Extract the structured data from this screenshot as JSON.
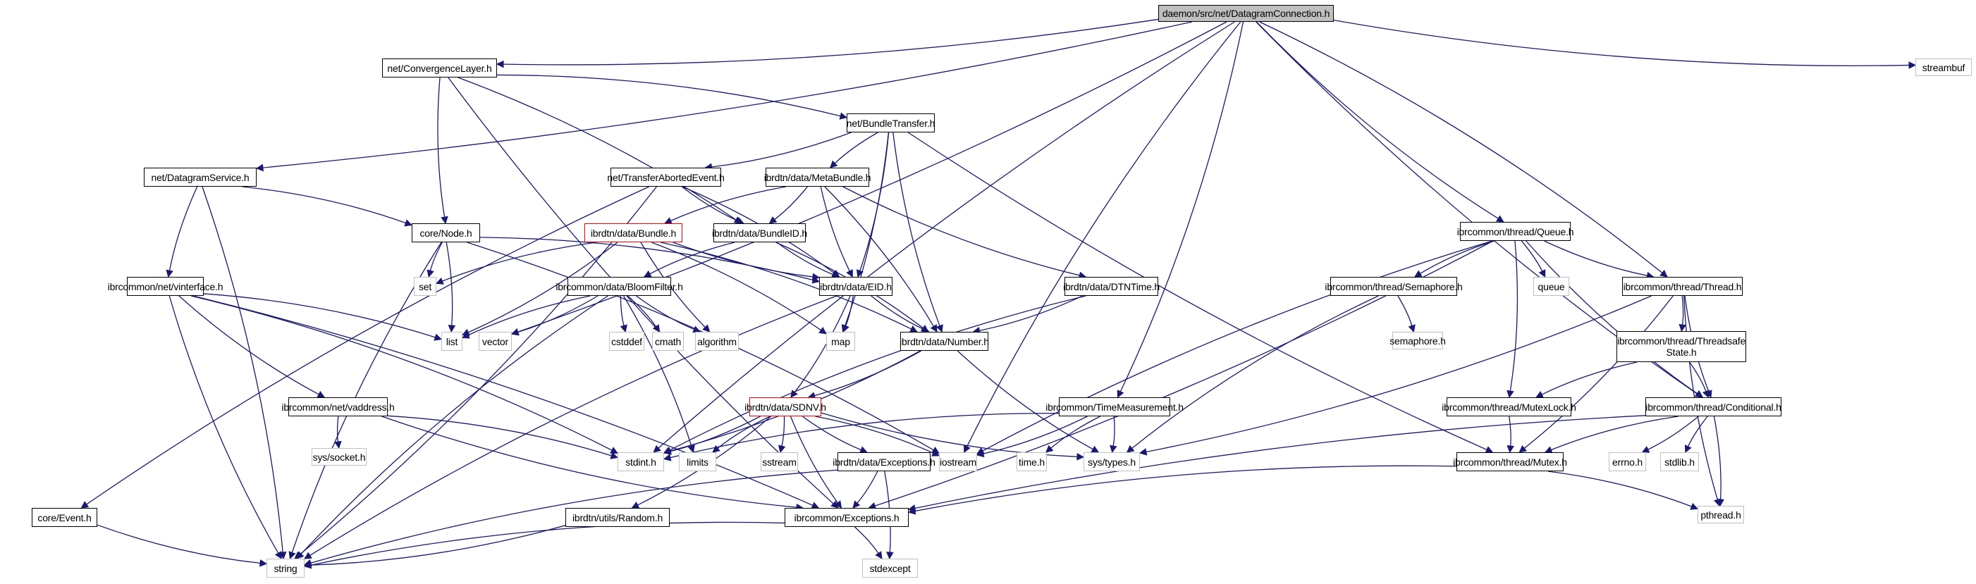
{
  "title": "daemon/src/net/DatagramConnection.h",
  "colors": {
    "edge": "#191970",
    "root_fill": "#bfbfbf",
    "highlight_border": "#ff0000",
    "external_border": "#bfbfbf"
  },
  "nodes": [
    {
      "id": "root",
      "label": "daemon/src/net/DatagramConnection.h",
      "kind": "root"
    },
    {
      "id": "convlayer",
      "label": "net/ConvergenceLayer.h",
      "kind": "internal"
    },
    {
      "id": "streambuf",
      "label": "streambuf",
      "kind": "external"
    },
    {
      "id": "bundletransfer",
      "label": "net/BundleTransfer.h",
      "kind": "internal"
    },
    {
      "id": "dgramservice",
      "label": "net/DatagramService.h",
      "kind": "internal"
    },
    {
      "id": "transferaborted",
      "label": "net/TransferAbortedEvent.h",
      "kind": "internal"
    },
    {
      "id": "metabundle",
      "label": "ibrdtn/data/MetaBundle.h",
      "kind": "internal"
    },
    {
      "id": "node",
      "label": "core/Node.h",
      "kind": "internal"
    },
    {
      "id": "bundle",
      "label": "ibrdtn/data/Bundle.h",
      "kind": "highlight"
    },
    {
      "id": "bundleid",
      "label": "ibrdtn/data/BundleID.h",
      "kind": "internal"
    },
    {
      "id": "queue_h",
      "label": "ibrcommon/thread/Queue.h",
      "kind": "internal"
    },
    {
      "id": "set",
      "label": "set",
      "kind": "external"
    },
    {
      "id": "vinterface",
      "label": "ibrcommon/net/vinterface.h",
      "kind": "internal"
    },
    {
      "id": "bloom",
      "label": "ibrcommon/data/BloomFilter.h",
      "kind": "internal"
    },
    {
      "id": "eid",
      "label": "ibrdtn/data/EID.h",
      "kind": "internal"
    },
    {
      "id": "dtntime",
      "label": "ibrdtn/data/DTNTime.h",
      "kind": "internal"
    },
    {
      "id": "semaphore",
      "label": "ibrcommon/thread/Semaphore.h",
      "kind": "internal"
    },
    {
      "id": "queue",
      "label": "queue",
      "kind": "external"
    },
    {
      "id": "thread",
      "label": "ibrcommon/thread/Thread.h",
      "kind": "internal"
    },
    {
      "id": "list",
      "label": "list",
      "kind": "external"
    },
    {
      "id": "vector",
      "label": "vector",
      "kind": "external"
    },
    {
      "id": "cstddef",
      "label": "cstddef",
      "kind": "external"
    },
    {
      "id": "cmath",
      "label": "cmath",
      "kind": "external"
    },
    {
      "id": "algorithm",
      "label": "algorithm",
      "kind": "external"
    },
    {
      "id": "map",
      "label": "map",
      "kind": "external"
    },
    {
      "id": "number",
      "label": "ibrdtn/data/Number.h",
      "kind": "internal"
    },
    {
      "id": "semaphore_sys",
      "label": "semaphore.h",
      "kind": "external"
    },
    {
      "id": "tsstate",
      "label": "ibrcommon/thread/Threadsafe\nState.h",
      "kind": "internal"
    },
    {
      "id": "vaddress",
      "label": "ibrcommon/net/vaddress.h",
      "kind": "internal"
    },
    {
      "id": "sdnv",
      "label": "ibrdtn/data/SDNV.h",
      "kind": "highlight"
    },
    {
      "id": "timemeas",
      "label": "ibrcommon/TimeMeasurement.h",
      "kind": "internal"
    },
    {
      "id": "mutexlock",
      "label": "ibrcommon/thread/MutexLock.h",
      "kind": "internal"
    },
    {
      "id": "conditional",
      "label": "ibrcommon/thread/Conditional.h",
      "kind": "internal"
    },
    {
      "id": "syssocket",
      "label": "sys/socket.h",
      "kind": "external"
    },
    {
      "id": "stdint",
      "label": "stdint.h",
      "kind": "external"
    },
    {
      "id": "limits",
      "label": "limits",
      "kind": "external"
    },
    {
      "id": "sstream",
      "label": "sstream",
      "kind": "external"
    },
    {
      "id": "dataexc",
      "label": "ibrdtn/data/Exceptions.h",
      "kind": "internal"
    },
    {
      "id": "iostream",
      "label": "iostream",
      "kind": "external"
    },
    {
      "id": "timeh",
      "label": "time.h",
      "kind": "external"
    },
    {
      "id": "systypes",
      "label": "sys/types.h",
      "kind": "external"
    },
    {
      "id": "mutex",
      "label": "ibrcommon/thread/Mutex.h",
      "kind": "internal"
    },
    {
      "id": "errno",
      "label": "errno.h",
      "kind": "external"
    },
    {
      "id": "stdlib",
      "label": "stdlib.h",
      "kind": "external"
    },
    {
      "id": "event",
      "label": "core/Event.h",
      "kind": "internal"
    },
    {
      "id": "random",
      "label": "ibrdtn/utils/Random.h",
      "kind": "internal"
    },
    {
      "id": "ibrexc",
      "label": "ibrcommon/Exceptions.h",
      "kind": "internal"
    },
    {
      "id": "pthread",
      "label": "pthread.h",
      "kind": "external"
    },
    {
      "id": "string",
      "label": "string",
      "kind": "external"
    },
    {
      "id": "stdexcept",
      "label": "stdexcept",
      "kind": "external"
    }
  ],
  "edges": [
    [
      "root",
      "convlayer"
    ],
    [
      "root",
      "streambuf"
    ],
    [
      "root",
      "dgramservice"
    ],
    [
      "root",
      "queue_h"
    ],
    [
      "root",
      "thread"
    ],
    [
      "root",
      "conditional"
    ],
    [
      "root",
      "timemeas"
    ],
    [
      "root",
      "iostream"
    ],
    [
      "root",
      "vector"
    ],
    [
      "root",
      "stdint"
    ],
    [
      "convlayer",
      "bundletransfer"
    ],
    [
      "convlayer",
      "node"
    ],
    [
      "convlayer",
      "bundleid"
    ],
    [
      "convlayer",
      "ibrexc"
    ],
    [
      "bundletransfer",
      "transferaborted"
    ],
    [
      "bundletransfer",
      "metabundle"
    ],
    [
      "bundletransfer",
      "eid"
    ],
    [
      "bundletransfer",
      "number"
    ],
    [
      "bundletransfer",
      "map"
    ],
    [
      "bundletransfer",
      "mutex"
    ],
    [
      "dgramservice",
      "node"
    ],
    [
      "dgramservice",
      "vinterface"
    ],
    [
      "dgramservice",
      "string"
    ],
    [
      "transferaborted",
      "bundleid"
    ],
    [
      "transferaborted",
      "eid"
    ],
    [
      "transferaborted",
      "event"
    ],
    [
      "transferaborted",
      "string"
    ],
    [
      "metabundle",
      "bundle"
    ],
    [
      "metabundle",
      "bundleid"
    ],
    [
      "metabundle",
      "eid"
    ],
    [
      "metabundle",
      "number"
    ],
    [
      "metabundle",
      "dtntime"
    ],
    [
      "node",
      "eid"
    ],
    [
      "node",
      "set"
    ],
    [
      "node",
      "list"
    ],
    [
      "node",
      "string"
    ],
    [
      "node",
      "iostream"
    ],
    [
      "bundle",
      "set"
    ],
    [
      "bundle",
      "list"
    ],
    [
      "bundle",
      "eid"
    ],
    [
      "bundle",
      "number"
    ],
    [
      "bundle",
      "algorithm"
    ],
    [
      "bundle",
      "map"
    ],
    [
      "bundleid",
      "eid"
    ],
    [
      "bundleid",
      "number"
    ],
    [
      "bundleid",
      "bloom"
    ],
    [
      "vinterface",
      "list"
    ],
    [
      "vinterface",
      "vaddress"
    ],
    [
      "vinterface",
      "stdint"
    ],
    [
      "vinterface",
      "string"
    ],
    [
      "vinterface",
      "ibrexc"
    ],
    [
      "bloom",
      "list"
    ],
    [
      "bloom",
      "vector"
    ],
    [
      "bloom",
      "cstddef"
    ],
    [
      "bloom",
      "cmath"
    ],
    [
      "bloom",
      "algorithm"
    ],
    [
      "bloom",
      "limits"
    ],
    [
      "bloom",
      "string"
    ],
    [
      "eid",
      "map"
    ],
    [
      "eid",
      "number"
    ],
    [
      "eid",
      "sdnv"
    ],
    [
      "eid",
      "string"
    ],
    [
      "dtntime",
      "number"
    ],
    [
      "dtntime",
      "stdint"
    ],
    [
      "number",
      "sdnv"
    ],
    [
      "number",
      "systypes"
    ],
    [
      "number",
      "stdint"
    ],
    [
      "queue_h",
      "semaphore"
    ],
    [
      "queue_h",
      "queue"
    ],
    [
      "queue_h",
      "thread"
    ],
    [
      "queue_h",
      "mutexlock"
    ],
    [
      "queue_h",
      "conditional"
    ],
    [
      "queue_h",
      "ibrexc"
    ],
    [
      "queue_h",
      "iostream"
    ],
    [
      "semaphore",
      "semaphore_sys"
    ],
    [
      "semaphore",
      "systypes"
    ],
    [
      "thread",
      "tsstate"
    ],
    [
      "thread",
      "conditional"
    ],
    [
      "thread",
      "mutex"
    ],
    [
      "thread",
      "pthread"
    ],
    [
      "thread",
      "systypes"
    ],
    [
      "tsstate",
      "mutexlock"
    ],
    [
      "tsstate",
      "conditional"
    ],
    [
      "vaddress",
      "syssocket"
    ],
    [
      "vaddress",
      "stdint"
    ],
    [
      "vaddress",
      "ibrexc"
    ],
    [
      "sdnv",
      "stdint"
    ],
    [
      "sdnv",
      "limits"
    ],
    [
      "sdnv",
      "sstream"
    ],
    [
      "sdnv",
      "dataexc"
    ],
    [
      "sdnv",
      "iostream"
    ],
    [
      "sdnv",
      "systypes"
    ],
    [
      "sdnv",
      "random"
    ],
    [
      "sdnv",
      "ibrexc"
    ],
    [
      "timemeas",
      "iostream"
    ],
    [
      "timemeas",
      "timeh"
    ],
    [
      "timemeas",
      "systypes"
    ],
    [
      "timemeas",
      "stdint"
    ],
    [
      "mutexlock",
      "mutex"
    ],
    [
      "conditional",
      "mutex"
    ],
    [
      "conditional",
      "errno"
    ],
    [
      "conditional",
      "stdlib"
    ],
    [
      "conditional",
      "pthread"
    ],
    [
      "conditional",
      "ibrexc"
    ],
    [
      "dataexc",
      "ibrexc"
    ],
    [
      "dataexc",
      "string"
    ],
    [
      "dataexc",
      "stdexcept"
    ],
    [
      "mutex",
      "ibrexc"
    ],
    [
      "mutex",
      "pthread"
    ],
    [
      "event",
      "string"
    ],
    [
      "random",
      "string"
    ],
    [
      "ibrexc",
      "string"
    ],
    [
      "ibrexc",
      "stdexcept"
    ]
  ]
}
